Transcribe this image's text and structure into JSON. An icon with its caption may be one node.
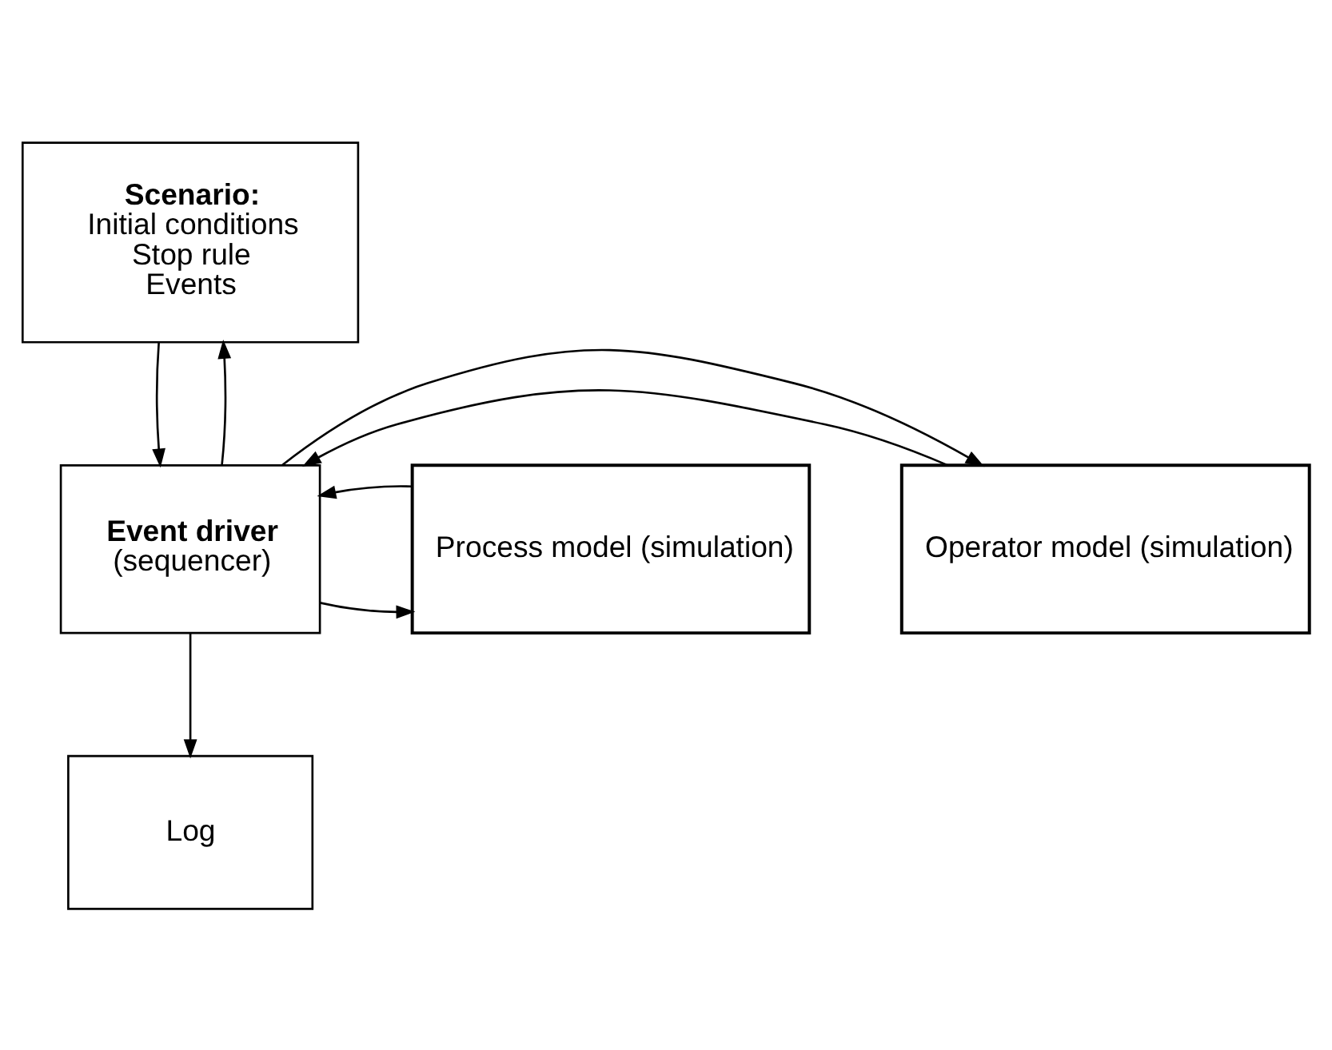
{
  "diagram": {
    "nodes": [
      {
        "text": [
          "Scenario:",
          "Initial conditions",
          "Stop rule",
          "Events"
        ]
      },
      {
        "text": [
          "Operator model (simulation)"
        ]
      },
      {
        "text": [
          "Event driver",
          "(sequencer)"
        ]
      },
      {
        "text": [
          "Process model (simulation)"
        ]
      },
      {
        "text": [
          "Log"
        ]
      }
    ],
    "edges": [
      {
        "from": 0,
        "to": 2,
        "arrow": "to"
      },
      {
        "from": 2,
        "to": 0,
        "arrow": "to"
      },
      {
        "from": 1,
        "to": 2,
        "arrow": "to"
      },
      {
        "from": 2,
        "to": 1,
        "arrow": "to"
      },
      {
        "from": 2,
        "to": 3,
        "arrow": "to"
      },
      {
        "from": 3,
        "to": 2,
        "arrow": "to"
      },
      {
        "from": 2,
        "to": 4,
        "arrow": "to"
      }
    ]
  }
}
